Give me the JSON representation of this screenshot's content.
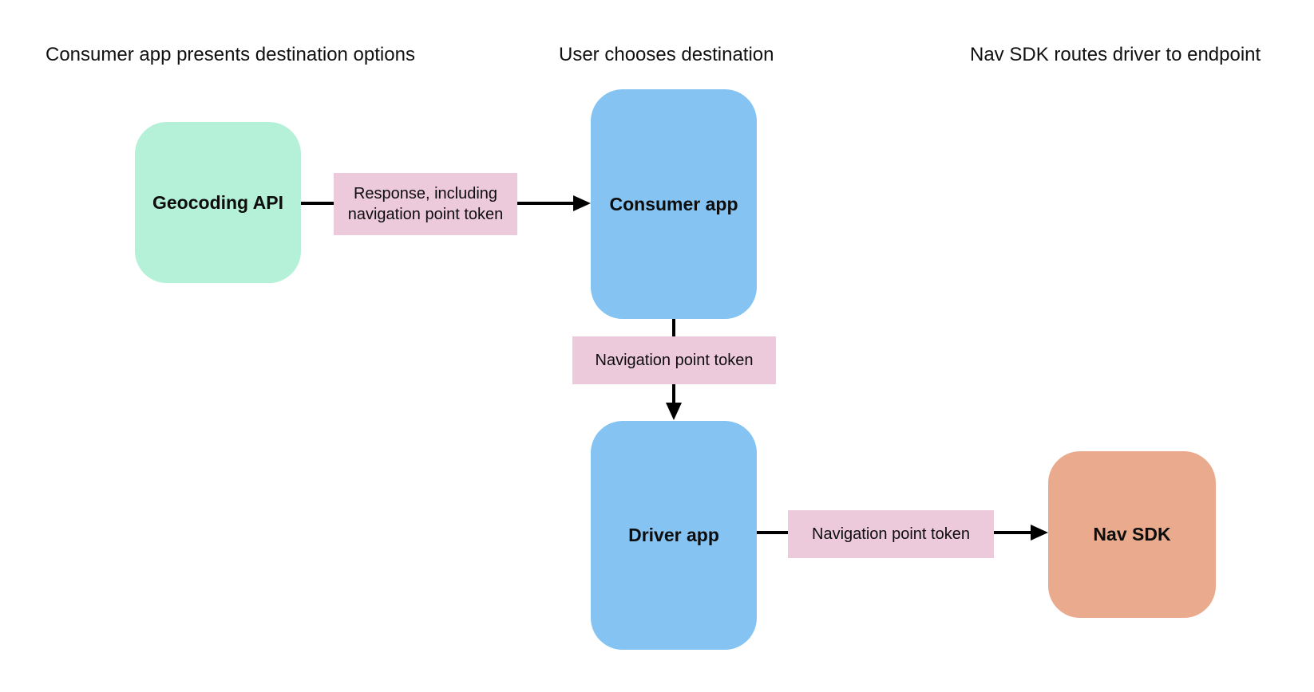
{
  "palette": {
    "background": "#ffffff",
    "green_node": "#b5f0d8",
    "blue_node": "#84c3f2",
    "orange_node": "#e9aa8e",
    "pink_label": "#edc9dc",
    "arrow": "#000000",
    "text": "#111111"
  },
  "headers": [
    "Consumer app presents destination options",
    "User chooses destination",
    "Nav SDK routes driver to endpoint"
  ],
  "nodes": {
    "geocoding_api": {
      "label": "Geocoding API"
    },
    "consumer_app": {
      "label": "Consumer app"
    },
    "driver_app": {
      "label": "Driver app"
    },
    "nav_sdk": {
      "label": "Nav SDK"
    }
  },
  "edges": {
    "geocoding_to_consumer": {
      "label": "Response, including navigation point token"
    },
    "consumer_to_driver": {
      "label": "Navigation point token"
    },
    "driver_to_nav_sdk": {
      "label": "Navigation point token"
    }
  }
}
